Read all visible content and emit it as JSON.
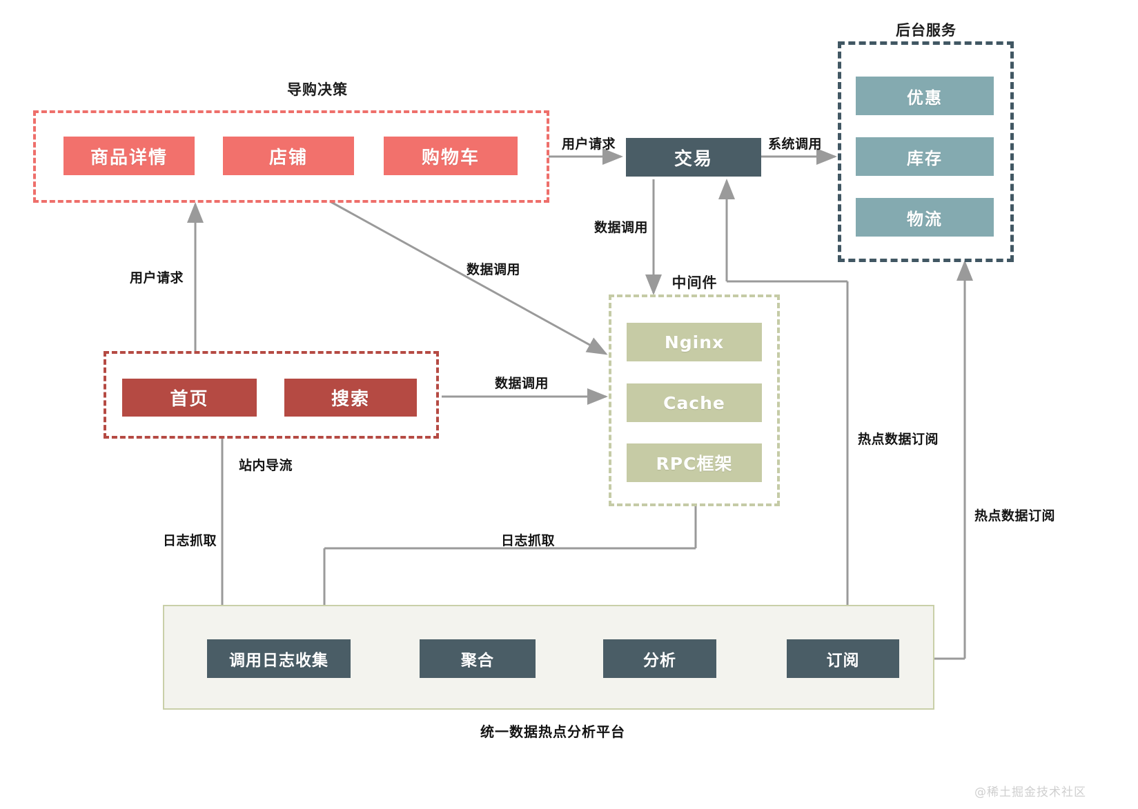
{
  "diagram": {
    "title_caption": "统一数据热点分析平台",
    "watermark": "@稀土掘金技术社区"
  },
  "groups": {
    "guide": {
      "title": "导购决策"
    },
    "backend": {
      "title": "后台服务"
    },
    "middleware": {
      "title": "中间件"
    },
    "entry": {
      "title": ""
    }
  },
  "nodes": {
    "guide": [
      {
        "label": "商品详情"
      },
      {
        "label": "店铺"
      },
      {
        "label": "购物车"
      }
    ],
    "entry": [
      {
        "label": "首页"
      },
      {
        "label": "搜索"
      }
    ],
    "trade": {
      "label": "交易"
    },
    "backend": [
      {
        "label": "优惠"
      },
      {
        "label": "库存"
      },
      {
        "label": "物流"
      }
    ],
    "middleware": [
      {
        "label": "Nginx"
      },
      {
        "label": "Cache"
      },
      {
        "label": "RPC框架"
      }
    ],
    "pipeline": [
      {
        "label": "调用日志收集"
      },
      {
        "label": "聚合"
      },
      {
        "label": "分析"
      },
      {
        "label": "订阅"
      }
    ]
  },
  "edges": [
    {
      "id": "e1",
      "label": "用户请求"
    },
    {
      "id": "e2",
      "label": "系统调用"
    },
    {
      "id": "e3",
      "label": "数据调用"
    },
    {
      "id": "e4",
      "label": "用户请求"
    },
    {
      "id": "e5",
      "label": "数据调用"
    },
    {
      "id": "e6",
      "label": "数据调用"
    },
    {
      "id": "e7",
      "label": "站内导流"
    },
    {
      "id": "e8",
      "label": "日志抓取"
    },
    {
      "id": "e9",
      "label": "日志抓取"
    },
    {
      "id": "e10",
      "label": "热点数据订阅"
    },
    {
      "id": "e11",
      "label": "热点数据订阅"
    }
  ],
  "colors": {
    "red_light": "#F2716C",
    "red_dark": "#B54A43",
    "teal": "#84AAB0",
    "sage": "#C6CBA5",
    "slate": "#4A5D66",
    "platform_bg": "#F3F3EE",
    "platform_border": "#C9CFA8",
    "arrow": "#9A9A9A"
  }
}
